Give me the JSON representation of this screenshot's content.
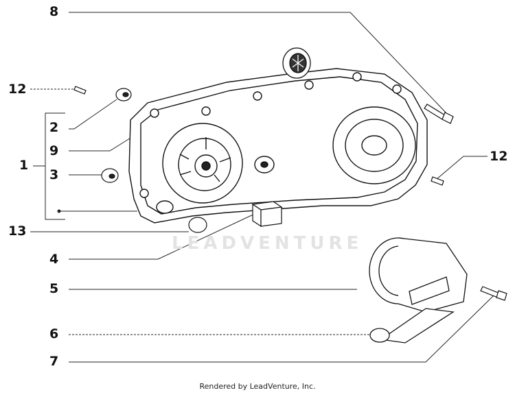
{
  "diagram": {
    "watermark": "LEADVENTURE",
    "credit": "Rendered by LeadVenture, Inc.",
    "callouts": [
      {
        "id": "c8",
        "label": "8"
      },
      {
        "id": "c12a",
        "label": "12"
      },
      {
        "id": "c2",
        "label": "2"
      },
      {
        "id": "c9",
        "label": "9"
      },
      {
        "id": "c1",
        "label": "1"
      },
      {
        "id": "c3",
        "label": "3"
      },
      {
        "id": "c13",
        "label": "13"
      },
      {
        "id": "c4",
        "label": "4"
      },
      {
        "id": "c5",
        "label": "5"
      },
      {
        "id": "c6",
        "label": "6"
      },
      {
        "id": "c7",
        "label": "7"
      },
      {
        "id": "c12b",
        "label": "12"
      }
    ]
  }
}
